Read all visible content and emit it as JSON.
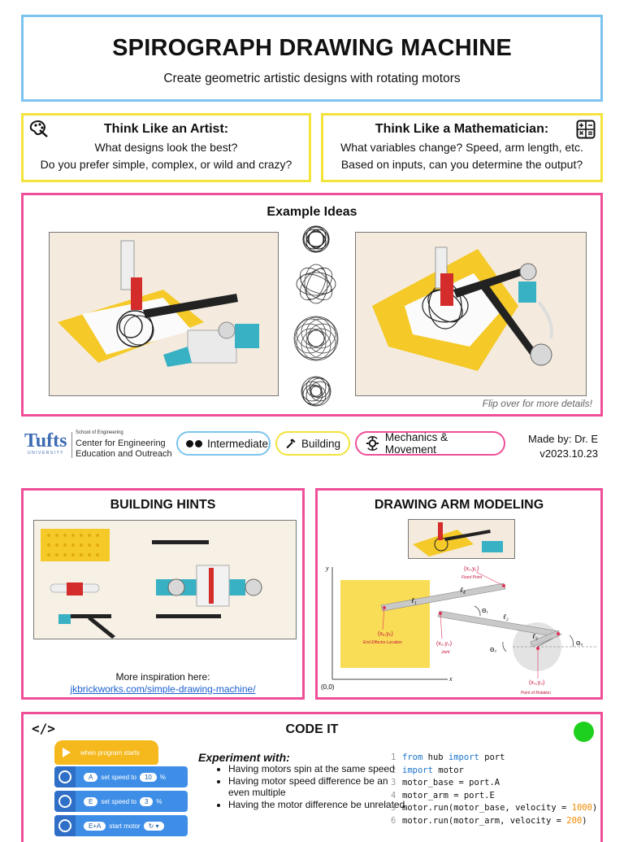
{
  "header": {
    "title": "SPIROGRAPH DRAWING MACHINE",
    "subtitle": "Create geometric artistic designs with rotating motors"
  },
  "artist": {
    "heading": "Think Like an Artist:",
    "line1": "What designs look the best?",
    "line2": "Do you prefer simple, complex, or wild and crazy?",
    "icon": "palette-icon"
  },
  "math": {
    "heading": "Think Like a Mathematician:",
    "line1": "What variables change? Speed, arm length, etc.",
    "line2": "Based on inputs, can you determine the output?",
    "icon": "calculator-icon"
  },
  "examples": {
    "heading": "Example Ideas",
    "flip_note": "Flip over for more details!"
  },
  "footer": {
    "logo_word": "Tufts",
    "logo_sub": "UNIVERSITY",
    "school_small": "School of Engineering",
    "center_line1": "Center for Engineering",
    "center_line2": "Education and Outreach",
    "level_label": "Intermediate",
    "building_label": "Building",
    "topic_label": "Mechanics & Movement",
    "made_by": "Made by: Dr. E",
    "version": "v2023.10.23"
  },
  "building": {
    "heading": "BUILDING HINTS",
    "more_label": "More inspiration here:",
    "link": "jkbrickworks.com/simple-drawing-machine/"
  },
  "modeling": {
    "heading": "DRAWING ARM MODELING",
    "axis_y": "y",
    "axis_x": "x",
    "origin": "(0,0)",
    "fixed_point_coord": "(x₁,y₁)",
    "fixed_point": "Fixed Point",
    "end_coord": "(xₑ,yₑ)",
    "end_label": "End Effector Location",
    "joint_coord": "(x₂,y₂)",
    "joint_label": "Joint",
    "rotation_coord": "(x₃,y₃)",
    "rotation_label": "Point of Rotation",
    "l1": "ℓ₁",
    "l2": "ℓ₂",
    "l3": "ℓ₃",
    "l4": "ℓ₄",
    "theta1": "Θ₁",
    "theta2": "Θ₂",
    "theta3": "Θ₃"
  },
  "code": {
    "heading": "CODE IT",
    "icon": "code-icon",
    "status_color": "#1ed01e",
    "experiment_heading": "Experiment with:",
    "bullets": [
      "Having motors spin at the same speed",
      "Having motor speed difference be an even multiple",
      "Having the motor difference be unrelated"
    ],
    "blocks": {
      "start": "when program starts",
      "b1_port": "A",
      "b1_text": "set speed to",
      "b1_val": "10",
      "b1_unit": "%",
      "b2_port": "E",
      "b2_text": "set speed to",
      "b2_val": "3",
      "b2_unit": "%",
      "b3_port": "E+A",
      "b3_text": "start motor"
    },
    "lines": [
      {
        "n": "1",
        "a": "from",
        "b": " hub ",
        "c": "import",
        "d": " port"
      },
      {
        "n": "2",
        "a": "import",
        "b": " motor",
        "c": "",
        "d": ""
      },
      {
        "n": "3",
        "a": "",
        "b": "motor_base = port.A",
        "c": "",
        "d": ""
      },
      {
        "n": "4",
        "a": "",
        "b": "motor_arm = port.E",
        "c": "",
        "d": ""
      },
      {
        "n": "5",
        "a": "",
        "b": "motor.run(motor_base, velocity = ",
        "c": "1000",
        "d": ")"
      },
      {
        "n": "6",
        "a": "",
        "b": "motor.run(motor_arm, velocity = ",
        "c": "200",
        "d": ")"
      }
    ]
  }
}
